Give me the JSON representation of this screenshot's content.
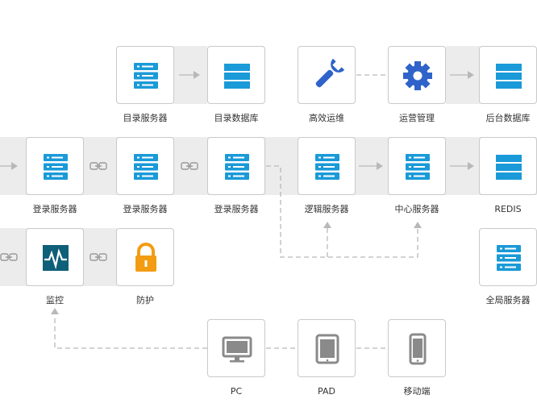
{
  "colors": {
    "server_blue": "#1a9ad8",
    "db_blue": "#1a9ad8",
    "tools_blue": "#2f63c9",
    "monitor_teal": "#0f5f78",
    "lock_orange": "#f39c12",
    "device_gray": "#8a8a8a",
    "band_gray": "#ececec",
    "line_gray": "#b8b8b8"
  },
  "labels": {
    "dir_server": "目录服务器",
    "dir_db": "目录数据库",
    "ops": "高效运维",
    "mgmt": "运营管理",
    "backend_db": "后台数据库",
    "login1": "登录服务器",
    "login2": "登录服务器",
    "login3": "登录服务器",
    "logic": "逻辑服务器",
    "center": "中心服务器",
    "redis": "REDIS",
    "global": "全局服务器",
    "monitor": "监控",
    "protect": "防护",
    "pc": "PC",
    "pad": "PAD",
    "mobile": "移动端"
  },
  "icons": {
    "dir_server": "server-icon",
    "dir_db": "database-icon",
    "ops": "wrench-icon",
    "mgmt": "gear-icon",
    "backend_db": "database-icon",
    "login1": "server-icon",
    "login2": "server-icon",
    "login3": "server-icon",
    "logic": "server-icon",
    "center": "server-icon",
    "redis": "database-icon",
    "global": "server-icon",
    "monitor": "pulse-monitor-icon",
    "protect": "padlock-icon",
    "pc": "monitor-icon",
    "pad": "tablet-icon",
    "mobile": "phone-icon"
  }
}
